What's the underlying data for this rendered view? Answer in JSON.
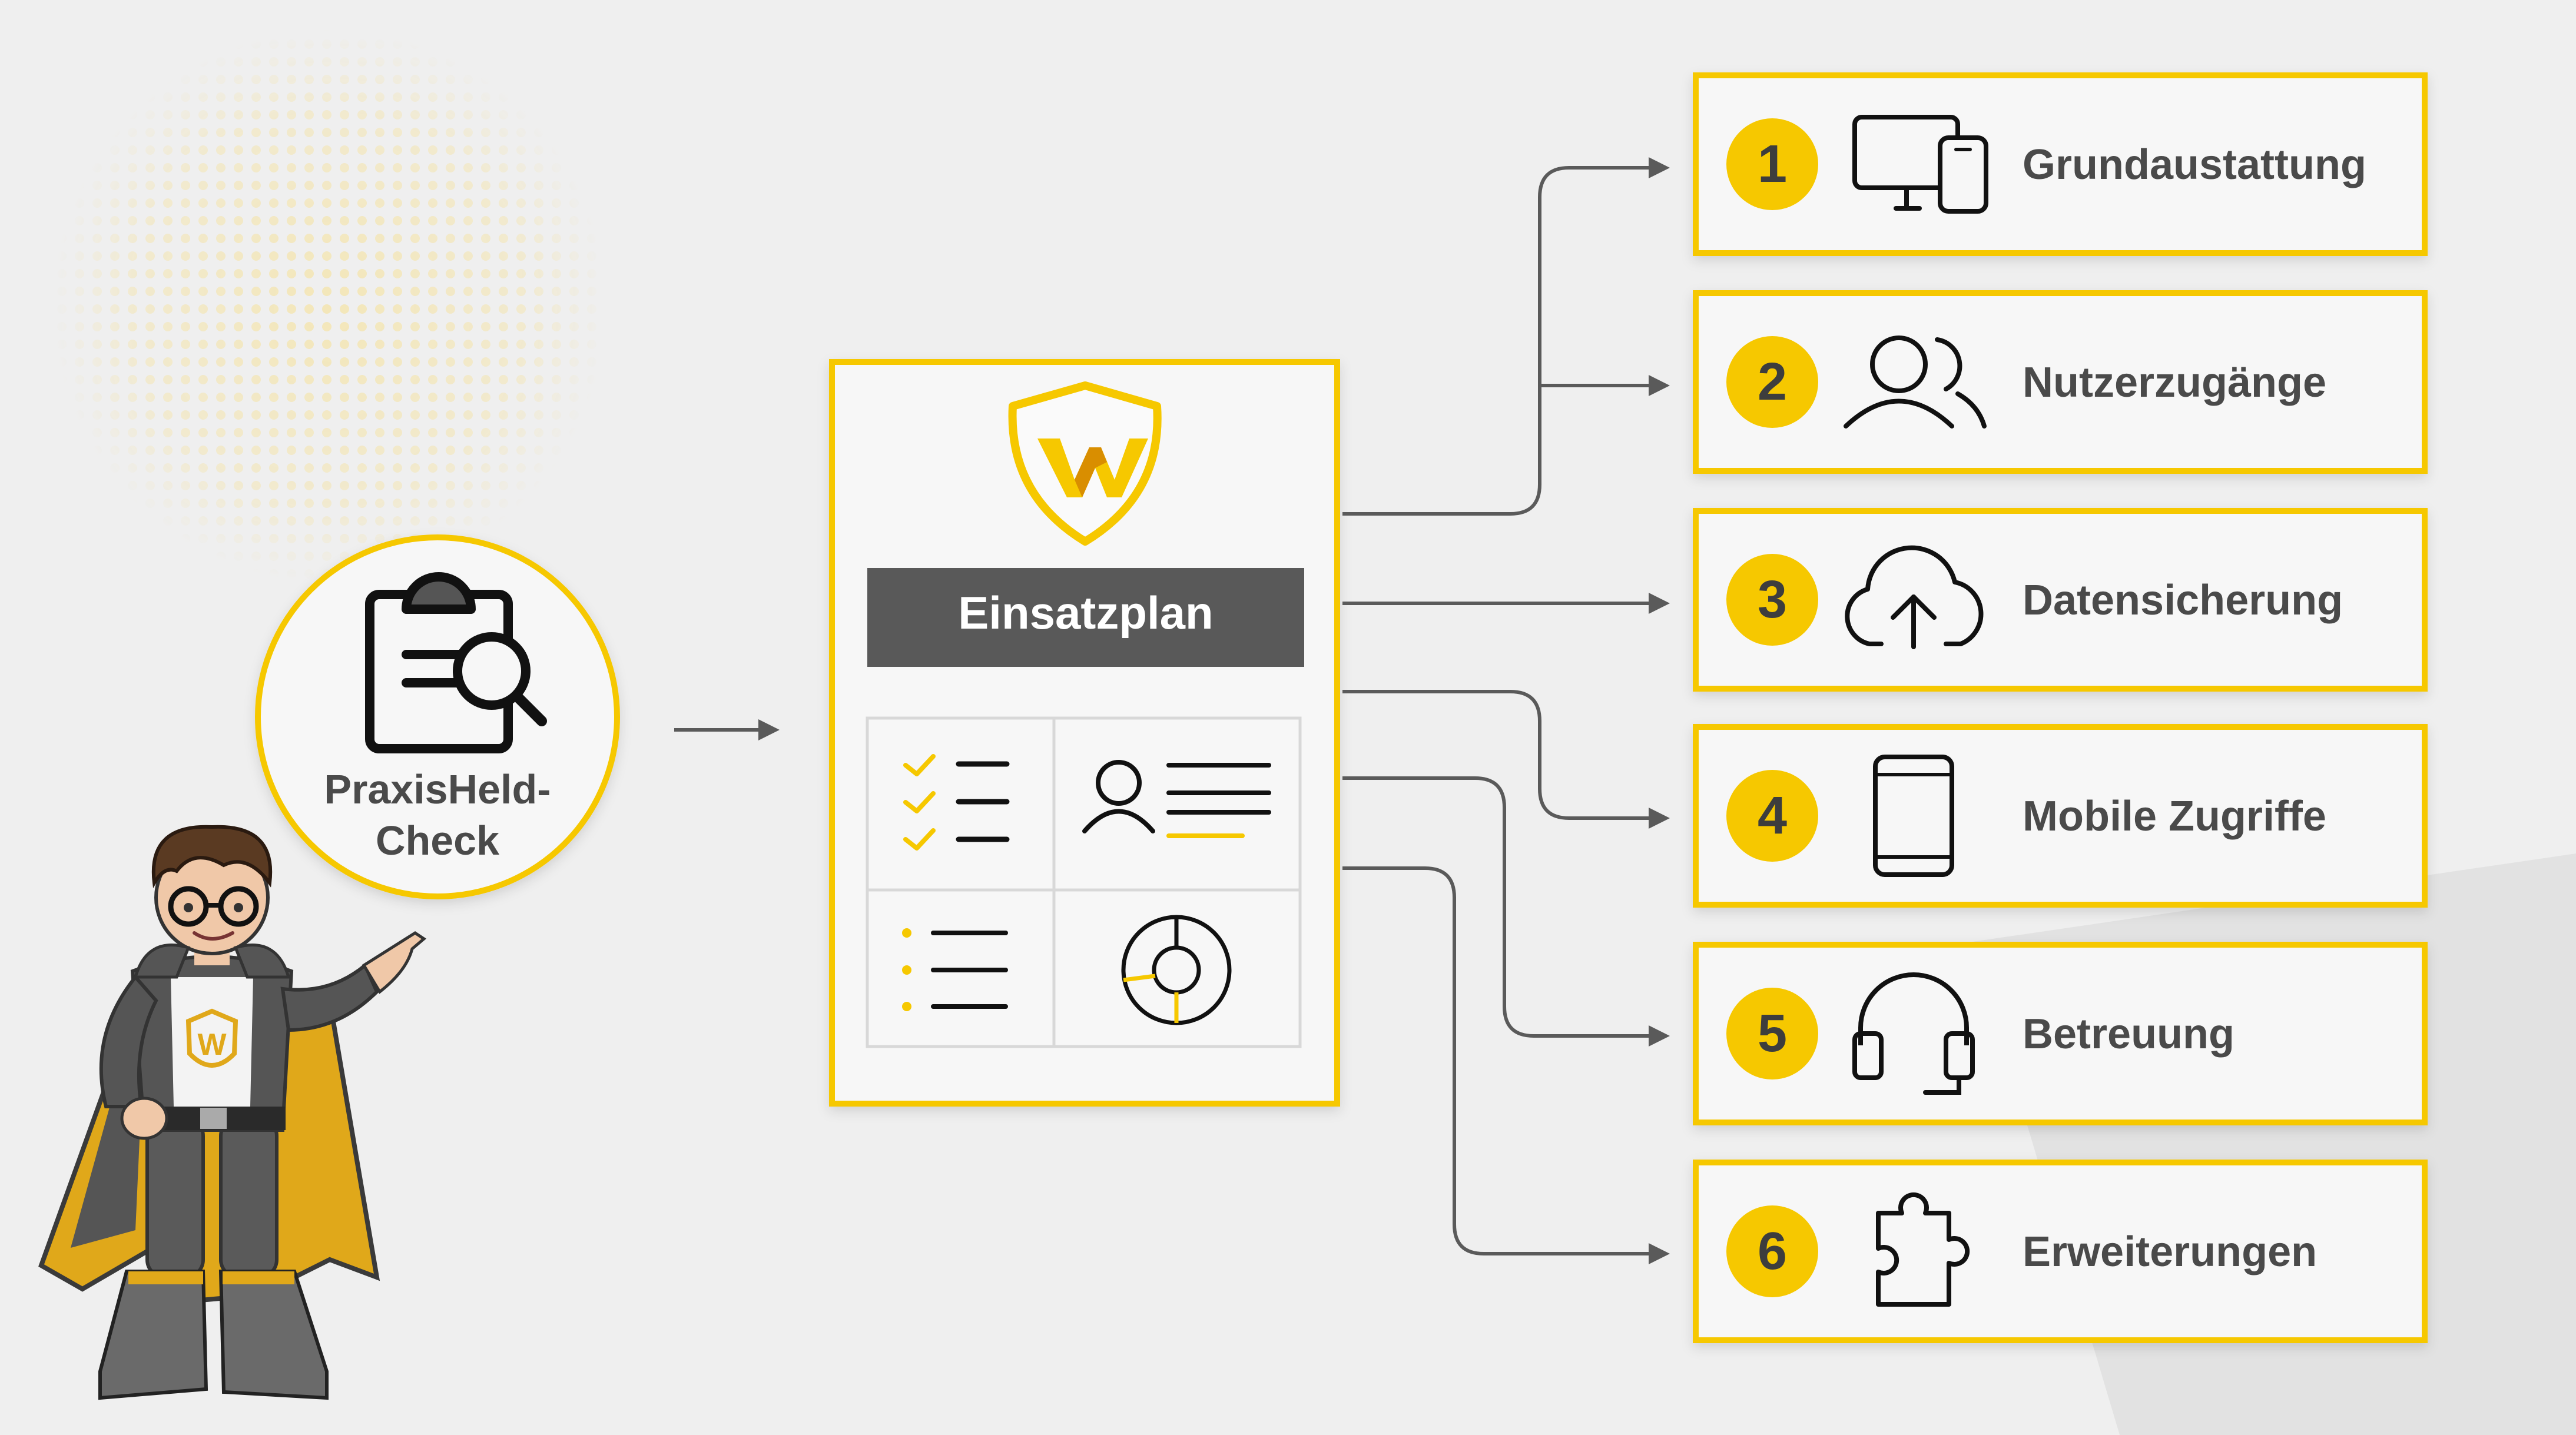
{
  "colors": {
    "background": "#efefef",
    "accent_yellow": "#f6c800",
    "dark_gray": "#585858",
    "text_gray": "#4a4a4a",
    "line_gray": "#5a5a5a",
    "card_white": "#f7f7f7"
  },
  "check": {
    "title_line1": "PraxisHeld-",
    "title_line2": "Check",
    "icon": "clipboard-search-icon"
  },
  "plan": {
    "title": "Einsatzplan",
    "logo": "shield-w-logo",
    "grid_icons": [
      "checklist-icon",
      "user-profile-icon",
      "bullet-list-icon",
      "pie-chart-icon"
    ]
  },
  "items": [
    {
      "number": "1",
      "label": "Grundaustattung",
      "icon": "devices-icon"
    },
    {
      "number": "2",
      "label": "Nutzerzugänge",
      "icon": "users-icon"
    },
    {
      "number": "3",
      "label": "Datensicherung",
      "icon": "cloud-upload-icon"
    },
    {
      "number": "4",
      "label": "Mobile Zugriffe",
      "icon": "smartphone-icon"
    },
    {
      "number": "5",
      "label": "Betreuung",
      "icon": "headset-icon"
    },
    {
      "number": "6",
      "label": "Erweiterungen",
      "icon": "puzzle-icon"
    }
  ],
  "mascot": {
    "badge_letter": "W",
    "icon": "superhero-mascot-icon"
  }
}
